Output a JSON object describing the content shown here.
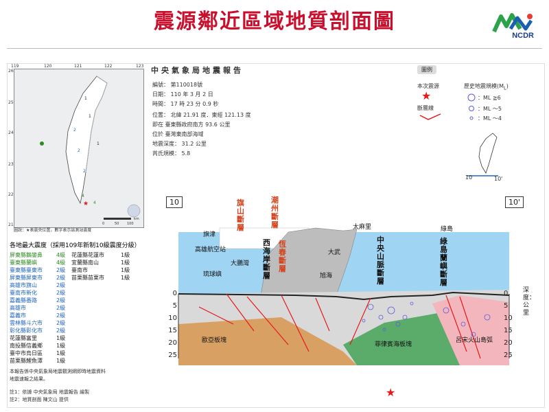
{
  "title": "震源鄰近區域地質剖面圖",
  "logo_text": "NCDR",
  "map": {
    "lon_ticks": [
      "119",
      "120",
      "121",
      "122",
      "123"
    ],
    "lat_ticks": [
      "26",
      "25",
      "24",
      "23",
      "22",
      "21"
    ],
    "caption": "圖說：★表震央位置，數字表示該測站震度",
    "scale_label": "km",
    "scale_values": [
      "0",
      "50",
      "100"
    ]
  },
  "intensity": {
    "title": "各地最大震度（採用109年新制10級震度分級）",
    "col1": [
      {
        "name": "屏東縣鵝鑾鼻",
        "level": "4級",
        "color": "#2e8b22"
      },
      {
        "name": "臺東縣蘭嶼",
        "level": "4級",
        "color": "#2e8b22"
      },
      {
        "name": "臺東縣臺東市",
        "level": "2級",
        "color": "#1e63c2"
      },
      {
        "name": "屏東縣屏東市",
        "level": "2級",
        "color": "#1e63c2"
      },
      {
        "name": "高雄市旗山",
        "level": "2級",
        "color": "#1e63c2"
      },
      {
        "name": "臺南市新化",
        "level": "2級",
        "color": "#1e63c2"
      },
      {
        "name": "嘉義縣番路",
        "level": "2級",
        "color": "#1e63c2"
      },
      {
        "name": "高雄市",
        "level": "2級",
        "color": "#1e63c2"
      },
      {
        "name": "嘉義市",
        "level": "2級",
        "color": "#1e63c2"
      },
      {
        "name": "雲林縣斗六市",
        "level": "2級",
        "color": "#1e63c2"
      },
      {
        "name": "彰化縣彰化市",
        "level": "2級",
        "color": "#1e63c2"
      },
      {
        "name": "花蓮縣富里",
        "level": "1級",
        "color": "#222222"
      },
      {
        "name": "南投縣信義鄉",
        "level": "1級",
        "color": "#222222"
      },
      {
        "name": "臺中市烏日區",
        "level": "1級",
        "color": "#222222"
      },
      {
        "name": "苗栗縣鯉魚潭",
        "level": "1級",
        "color": "#222222"
      }
    ],
    "col2": [
      {
        "name": "花蓮縣花蓮市",
        "level": "1級"
      },
      {
        "name": "宜蘭縣南山",
        "level": "1級"
      },
      {
        "name": "臺南市",
        "level": "1級"
      },
      {
        "name": "苗栗縣苗栗市",
        "level": "1級"
      }
    ]
  },
  "notes": {
    "n1": "本報告係中央氣象局地震觀測網即時地震資料",
    "n2": "地震速報之結果。",
    "n3": "註1：依據 中央氣象局 地震報告 繪製",
    "n4": "註2：地質剖面 陳文山 提供"
  },
  "report": {
    "title": "中央氣象局地震報告",
    "id": "編號：  第110018號",
    "date": "日期：  110  年  3  月  2  日",
    "time": "時間：  17  時  23  分  0.9  秒",
    "pos": "位置：  北緯  21.91  度．東經  121.13  度",
    "at1": "即在  臺東縣政府南方  93.6  公里",
    "at2": "位於  臺灣東南部海域",
    "depth": "地震深度：  31.2  公里",
    "mag": "芮氏規模：  5.8"
  },
  "legend": {
    "tag": "圖例",
    "quake": "本次震源",
    "fault": "斷層線",
    "hist": "歷史地震規模(M",
    "hist_sub": "L",
    "hist_end": ")",
    "m6": "：ML ≧6",
    "m5": "：ML ～5",
    "m4": "：ML ～4",
    "mini_left": "10",
    "mini_right": "10'"
  },
  "section": {
    "end_left": "10",
    "end_right": "10'",
    "depth_ticks": [
      "0",
      "5",
      "10",
      "15",
      "20",
      "25"
    ],
    "depth_title": "深度：公里",
    "faults": [
      {
        "text": "旗山斷層",
        "color": "#d2431c"
      },
      {
        "text": "潮州斷層",
        "color": "#d2431c"
      },
      {
        "text": "西海岸斷層",
        "color": "#111111"
      },
      {
        "text": "恆春斷層",
        "color": "#d2431c"
      },
      {
        "text": "中央山脈斷層",
        "color": "#111111"
      },
      {
        "text": "綠島蘭嶼斷層",
        "color": "#111111"
      }
    ],
    "places": [
      "旗津",
      "高雄航空站",
      "大鵬灣",
      "琉球嶼",
      "大武",
      "旭海",
      "太麻里",
      "綠島"
    ],
    "plates": [
      "歐亞板塊",
      "菲律賓海板塊",
      "呂宋火山島弧"
    ]
  },
  "colors": {
    "title": "#c8102e",
    "sea": "#9fd4f2",
    "eurasia": "#d9a064",
    "philippine": "#5bab6a",
    "arc": "#f3b6bd",
    "crust": "#d9d9d9"
  }
}
